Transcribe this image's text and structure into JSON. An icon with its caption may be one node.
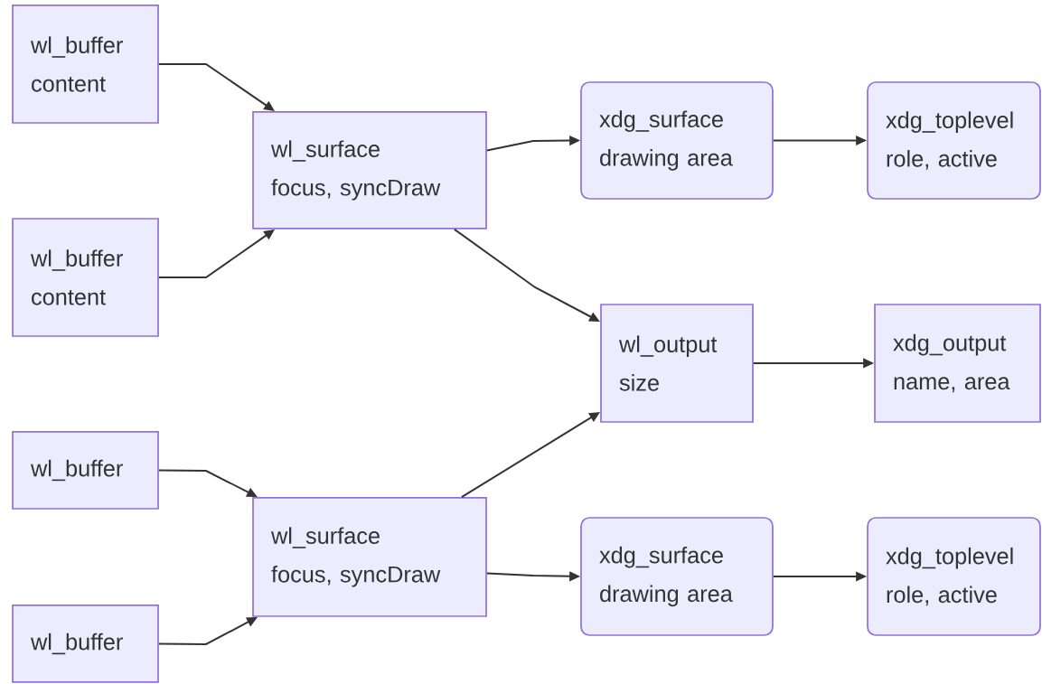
{
  "diagram": {
    "nodes": [
      {
        "text": [
          "wl_buffer",
          "content"
        ]
      },
      {
        "text": [
          "wl_buffer",
          "content"
        ]
      },
      {
        "text": [
          "wl_surface",
          "focus, syncDraw"
        ]
      },
      {
        "text": [
          "xdg_surface",
          "drawing area"
        ]
      },
      {
        "text": [
          "xdg_toplevel",
          "role, active"
        ]
      },
      {
        "text": [
          "wl_output",
          "size"
        ]
      },
      {
        "text": [
          "xdg_output",
          "name, area"
        ]
      },
      {
        "text": [
          "wl_buffer"
        ]
      },
      {
        "text": [
          "wl_buffer"
        ]
      },
      {
        "text": [
          "wl_surface",
          "focus, syncDraw"
        ]
      },
      {
        "text": [
          "xdg_surface",
          "drawing area"
        ]
      },
      {
        "text": [
          "xdg_toplevel",
          "role, active"
        ]
      }
    ],
    "edges": [
      {
        "from": 0,
        "to": 2,
        "arrow": "to"
      },
      {
        "from": 1,
        "to": 2,
        "arrow": "to"
      },
      {
        "from": 2,
        "to": 3,
        "arrow": "to"
      },
      {
        "from": 3,
        "to": 4,
        "arrow": "to"
      },
      {
        "from": 2,
        "to": 5,
        "arrow": "to"
      },
      {
        "from": 5,
        "to": 6,
        "arrow": "to"
      },
      {
        "from": 7,
        "to": 9,
        "arrow": "to"
      },
      {
        "from": 8,
        "to": 9,
        "arrow": "to"
      },
      {
        "from": 9,
        "to": 5,
        "arrow": "to"
      },
      {
        "from": 9,
        "to": 10,
        "arrow": "to"
      },
      {
        "from": 10,
        "to": 11,
        "arrow": "to"
      }
    ]
  }
}
